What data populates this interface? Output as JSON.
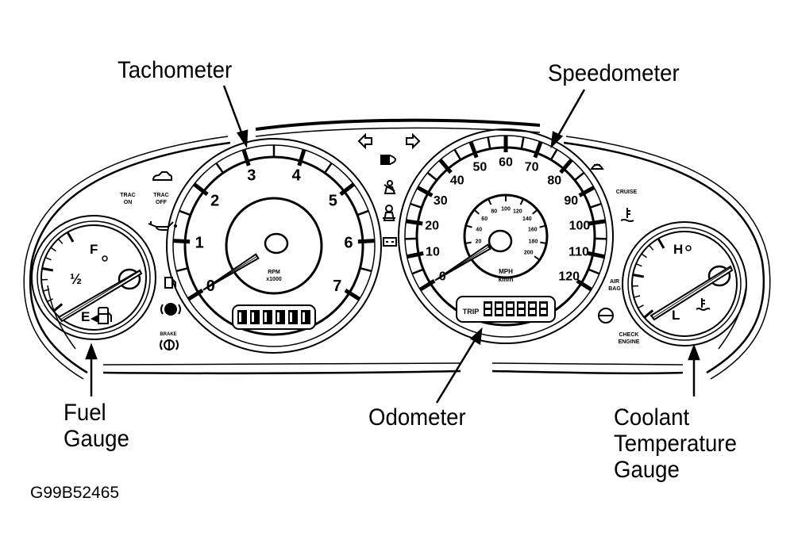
{
  "figure": {
    "id": "G99B52465",
    "subject": "Instrument cluster",
    "colors": {
      "ink": "#000000",
      "paper": "#ffffff"
    }
  },
  "callouts": {
    "tachometer": "Tachometer",
    "speedometer": "Speedometer",
    "fuel_gauge": "Fuel\nGauge",
    "odometer": "Odometer",
    "coolant_gauge": "Coolant\nTemperature\nGauge"
  },
  "tachometer": {
    "labels": [
      "0",
      "1",
      "2",
      "3",
      "4",
      "5",
      "6",
      "7"
    ],
    "unit_line1": "RPM",
    "unit_line2": "x1000",
    "needle_value": 0,
    "display_cells": 6
  },
  "speedometer": {
    "mph_labels": [
      "0",
      "10",
      "20",
      "30",
      "40",
      "50",
      "60",
      "70",
      "80",
      "90",
      "100",
      "110",
      "120"
    ],
    "kmh_labels": [
      "20",
      "40",
      "60",
      "80",
      "100",
      "120",
      "140",
      "160",
      "180",
      "200"
    ],
    "unit_line1": "MPH",
    "unit_line2": "km/h",
    "needle_value": 0,
    "trip_label": "TRIP",
    "trip_cells": 6
  },
  "fuel_gauge": {
    "full_label": "F",
    "half_label": "½",
    "empty_label": "E",
    "needle_level": 0
  },
  "coolant_gauge": {
    "hot_label": "H",
    "low_label": "L",
    "needle_level": 0
  },
  "indicators": {
    "trac_on": "TRAC\nON",
    "trac_off": "TRAC\nOFF",
    "brake": "BRAKE",
    "cruise": "CRUISE",
    "air_bag": "AIR\nBAG",
    "check_engine": "CHECK\nENGINE"
  }
}
